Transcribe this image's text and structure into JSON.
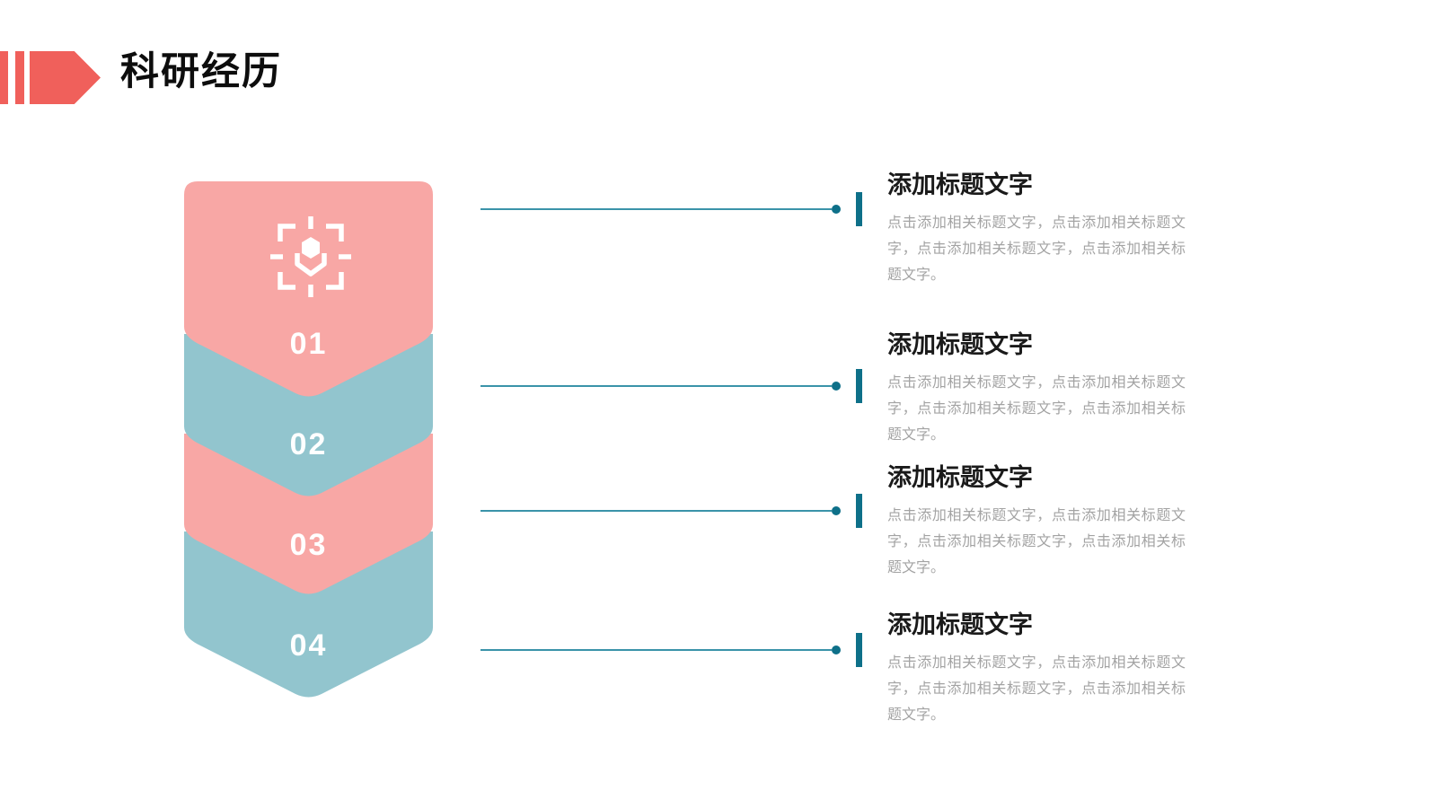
{
  "colors": {
    "accent_red": "#F0605B",
    "pink": "#F8A7A5",
    "teal": "#92C5CE",
    "dark_teal": "#0E7089",
    "line_teal": "#3A93A9",
    "title_black": "#0D0D0D",
    "section_title": "#1A1A1A",
    "body_gray": "#A3A3A3"
  },
  "header": {
    "title": "科研经历"
  },
  "stack": {
    "icon": "scan-cube-icon",
    "steps": [
      {
        "number": "01"
      },
      {
        "number": "02"
      },
      {
        "number": "03"
      },
      {
        "number": "04"
      }
    ]
  },
  "sections": [
    {
      "title": "添加标题文字",
      "body": "点击添加相关标题文字，点击添加相关标题文字，点击添加相关标题文字，点击添加相关标题文字。"
    },
    {
      "title": "添加标题文字",
      "body": "点击添加相关标题文字，点击添加相关标题文字，点击添加相关标题文字，点击添加相关标题文字。"
    },
    {
      "title": "添加标题文字",
      "body": "点击添加相关标题文字，点击添加相关标题文字，点击添加相关标题文字，点击添加相关标题文字。"
    },
    {
      "title": "添加标题文字",
      "body": "点击添加相关标题文字，点击添加相关标题文字，点击添加相关标题文字，点击添加相关标题文字。"
    }
  ]
}
